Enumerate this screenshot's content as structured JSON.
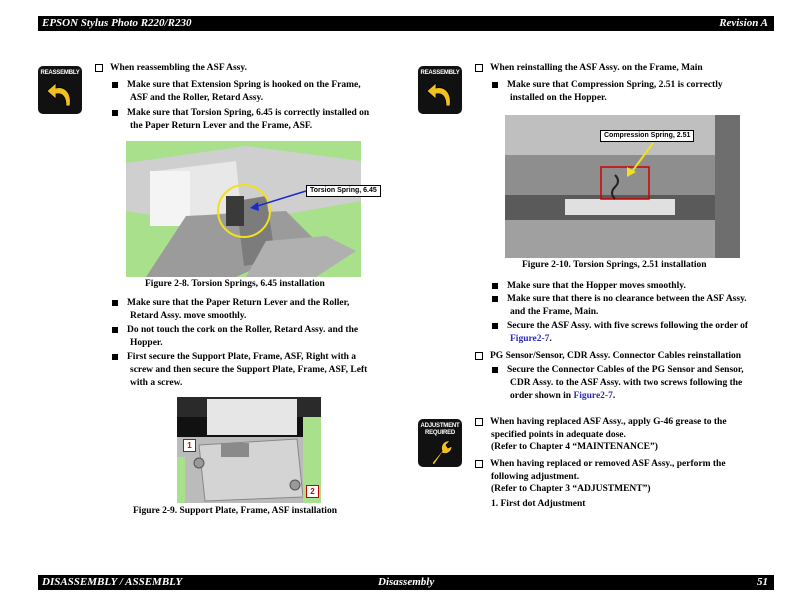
{
  "header": {
    "title": "EPSON Stylus Photo R220/R230",
    "revision": "Revision A"
  },
  "footer": {
    "section": "DISASSEMBLY / ASSEMBLY",
    "chapter": "Disassembly",
    "page": "51"
  },
  "badges": {
    "reassembly": "REASSEMBLY",
    "adjustment_line1": "ADJUSTMENT",
    "adjustment_line2": "REQUIRED"
  },
  "left": {
    "heading": "When reassembling the ASF Assy.",
    "bullets1": [
      [
        "Make sure that Extension Spring is hooked on the Frame,",
        "ASF and the Roller, Retard Assy."
      ],
      [
        "Make sure that Torsion Spring, 6.45 is correctly installed on",
        "the Paper Return Lever and the Frame, ASF."
      ]
    ],
    "fig8_callout": "Torsion Spring, 6.45",
    "fig8_caption": "Figure 2-8.  Torsion Springs, 6.45 installation",
    "bullets2": [
      [
        "Make sure that the Paper Return Lever and the Roller,",
        "Retard Assy. move smoothly."
      ],
      [
        "Do not touch the cork on the Roller, Retard Assy. and the",
        "Hopper."
      ],
      [
        "First secure the Support Plate, Frame, ASF, Right with a",
        "screw and then secure the Support Plate, Frame, ASF, Left",
        "with a screw."
      ]
    ],
    "fig9_num1": "1",
    "fig9_num2": "2",
    "fig9_caption": "Figure 2-9.  Support Plate, Frame, ASF installation"
  },
  "right": {
    "heading": "When reinstalling the ASF Assy. on the Frame, Main",
    "bullet1": [
      "Make sure that Compression Spring, 2.51 is correctly",
      "installed on the Hopper."
    ],
    "fig10_callout": "Compression Spring, 2.51",
    "fig10_caption": "Figure 2-10.  Torsion Springs, 2.51 installation",
    "bullets2": [
      [
        "Make sure that the Hopper moves smoothly."
      ],
      [
        "Make sure that there is no clearance between the ASF Assy.",
        "and the Frame, Main."
      ]
    ],
    "bullet3_line1": "Secure the ASF Assy. with five screws following the order of",
    "bullet3_link": "Figure2-7",
    "bullet3_end": ".",
    "pg_heading": "PG Sensor/Sensor, CDR Assy. Connector Cables reinstallation",
    "pg_line1": "Secure the Connector Cables of the PG Sensor and Sensor,",
    "pg_line2": "CDR Assy. to the ASF Assy. with two screws following the",
    "pg_line3_pre": "order shown in ",
    "pg_link": "Figure2-7",
    "pg_line3_end": ".",
    "adj1": [
      "When having replaced ASF Assy., apply G-46 grease to the",
      "specified points in adequate dose.",
      "(Refer to Chapter 4 “MAINTENANCE”)"
    ],
    "adj2": [
      "When having replaced or removed ASF Assy., perform the",
      "following adjustment.",
      "(Refer to Chapter 3 “ADJUSTMENT”)"
    ],
    "adj_item": "1. First dot Adjustment"
  },
  "colors": {
    "bar": "#000000",
    "link": "#2a2ab8",
    "photo_bg": "#a8e08c",
    "highlight_ring": "#f0e020",
    "arrow_blue": "#1a2ad0",
    "mark_red": "#cc0000"
  },
  "icons": [
    "reassembly-arrow-icon",
    "wrench-icon",
    "checkbox-icon",
    "bullet-square-icon"
  ]
}
